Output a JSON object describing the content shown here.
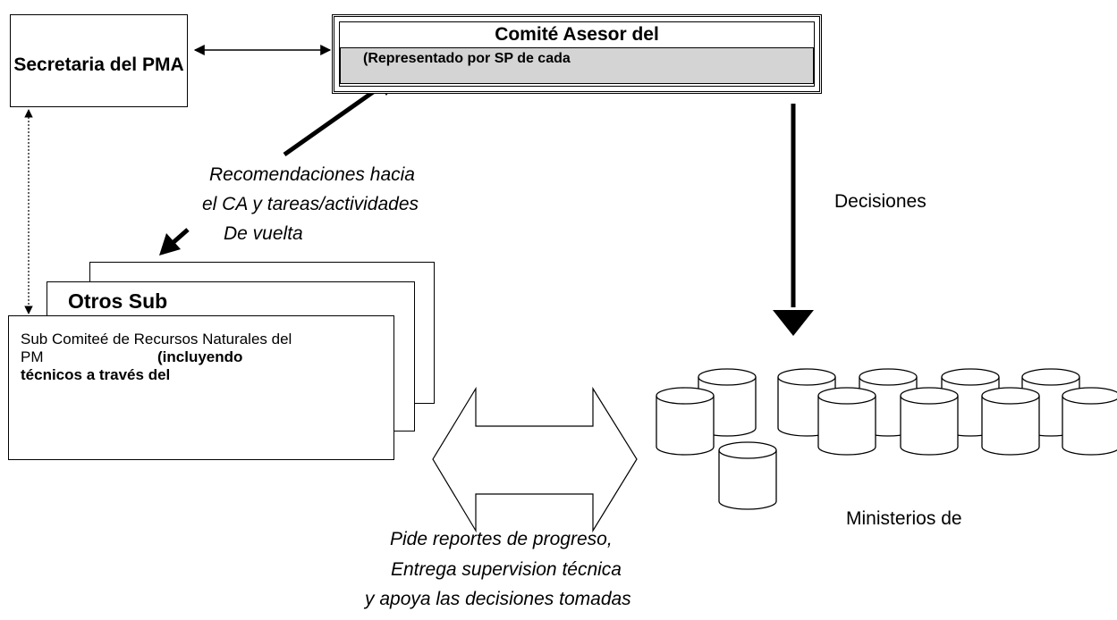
{
  "secretaria": {
    "label": "Secretaria del PMA"
  },
  "comite_asesor": {
    "title": "Comité Asesor del",
    "subtitle": "(Representado por SP de cada"
  },
  "otros_sub": {
    "label": "Otros Sub"
  },
  "sub_comite": {
    "line1": "Sub Comiteé de Recursos Naturales del",
    "line2_prefix": "PM",
    "line2_bold": "(incluyendo",
    "line3": "técnicos a través del"
  },
  "recomendaciones": {
    "line1": "Recomendaciones hacia",
    "line2": "el CA y tareas/actividades",
    "line3": "De vuelta"
  },
  "decisiones": {
    "label": "Decisiones"
  },
  "ministerios": {
    "label": "Ministerios de"
  },
  "pide_reportes": {
    "line1": "Pide reportes de progreso,",
    "line2": "Entrega supervision técnica",
    "line3": "y apoya las decisiones tomadas"
  }
}
